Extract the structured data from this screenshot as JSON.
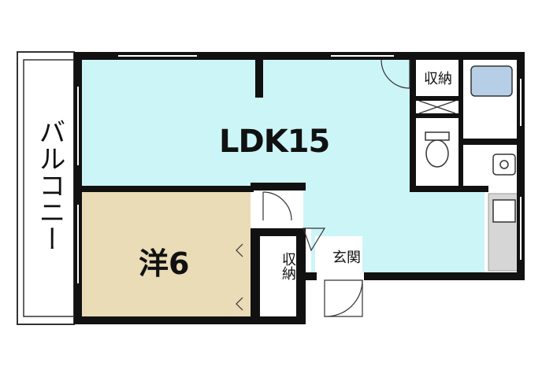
{
  "floorplan": {
    "rooms": {
      "ldk": "LDK15",
      "western_room": "洋6",
      "storage_top": "収納",
      "storage_mid": "収納",
      "entrance": "玄関",
      "balcony": "バルコニー"
    },
    "colors": {
      "ldk_fill": "#ccf5f7",
      "western_fill": "#e9dcb6",
      "wall": "#111111",
      "wet_fill": "#ffffff",
      "kitchen_fill": "#d6d6d6",
      "bath_fill": "#b7cfe6"
    }
  }
}
